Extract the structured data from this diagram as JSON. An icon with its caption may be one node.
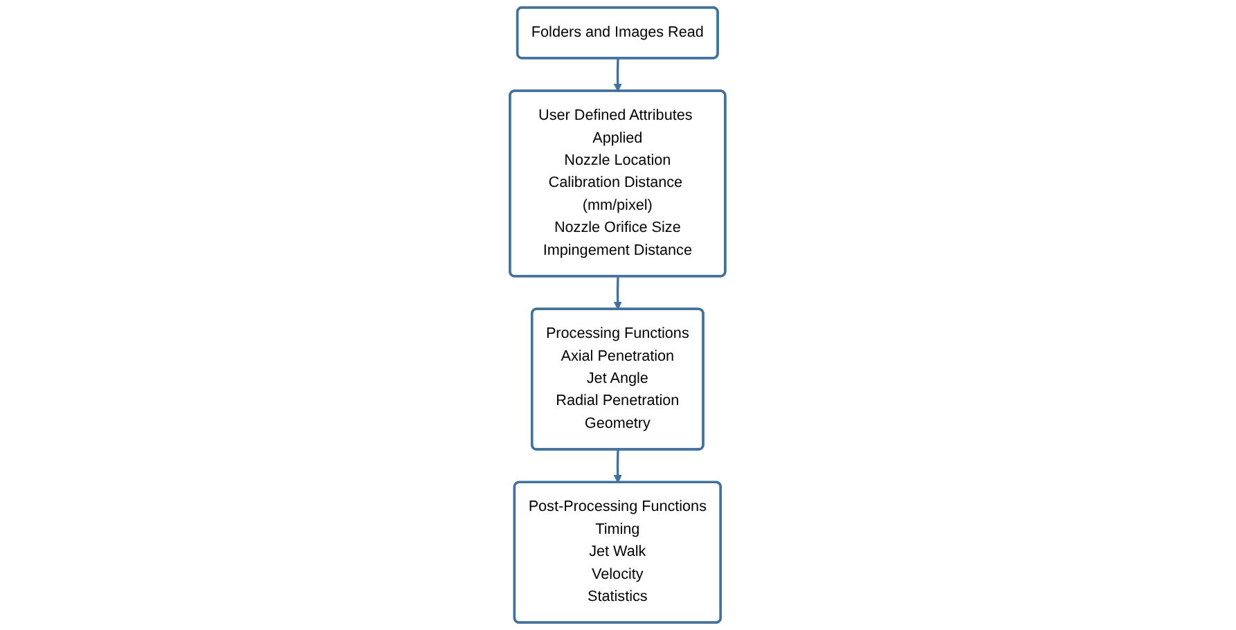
{
  "diagram": {
    "nodes": [
      {
        "text": [
          "Folders and Images Read"
        ]
      },
      {
        "text": [
          "User Defined Attributes Applied",
          "Nozzle Location",
          "Calibration Distance (mm/pixel)",
          "Nozzle Orifice Size",
          "Impingement Distance"
        ]
      },
      {
        "text": [
          "Processing Functions",
          "Axial Penetration",
          "Jet Angle",
          "Radial Penetration",
          "Geometry"
        ]
      },
      {
        "text": [
          "Post-Processing Functions",
          "Timing",
          "Jet Walk",
          "Velocity",
          "Statistics"
        ]
      }
    ],
    "edges": [
      {
        "from": 0,
        "to": 1,
        "arrow": "to"
      },
      {
        "from": 1,
        "to": 2,
        "arrow": "to"
      },
      {
        "from": 2,
        "to": 3,
        "arrow": "to"
      }
    ]
  }
}
